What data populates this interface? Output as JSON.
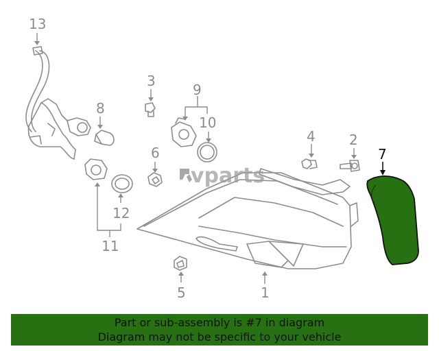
{
  "watermark": {
    "text": "vparts"
  },
  "callouts": {
    "c1": "1",
    "c2": "2",
    "c3": "3",
    "c4": "4",
    "c5": "5",
    "c6": "6",
    "c7": "7",
    "c8": "8",
    "c9": "9",
    "c10": "10",
    "c11": "11",
    "c12": "12",
    "c13": "13"
  },
  "highlight": {
    "part_number": "7",
    "color": "#277112"
  },
  "notice": {
    "line1": "Part or sub-assembly is #7 in diagram",
    "line2": "Diagram may not be specific to your vehicle",
    "background": "#277112"
  }
}
